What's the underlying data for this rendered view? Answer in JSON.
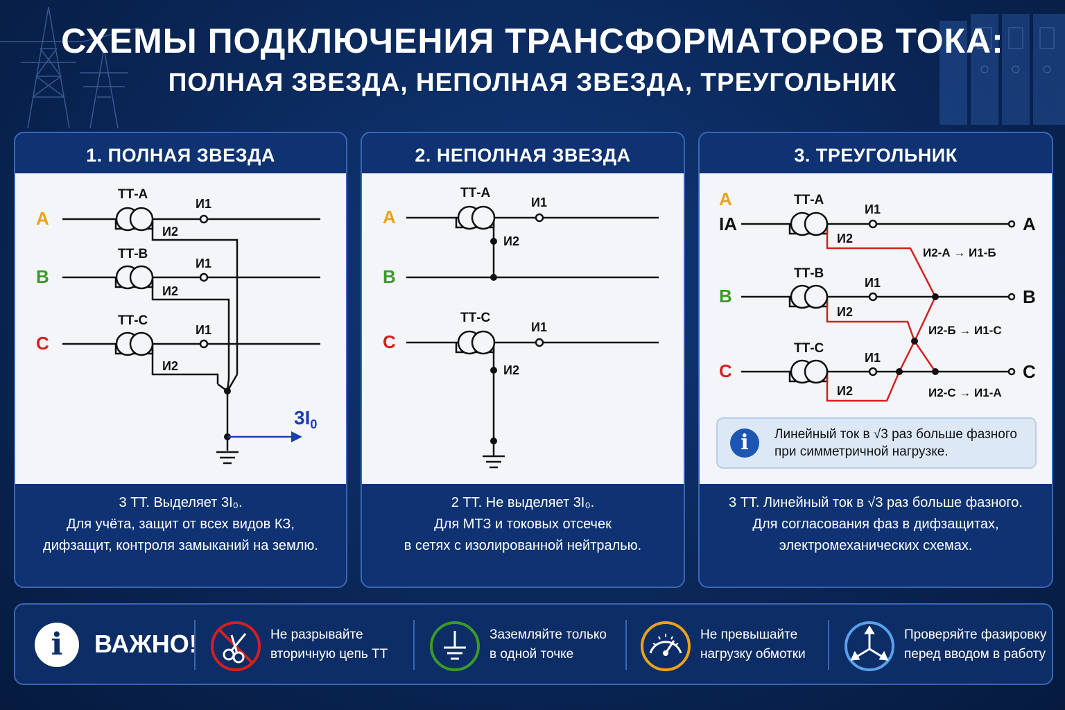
{
  "title": {
    "line1": "СХЕМЫ ПОДКЛЮЧЕНИЯ ТРАНСФОРМАТОРОВ ТОКА:",
    "line2": "ПОЛНАЯ ЗВЕЗДА, НЕПОЛНАЯ ЗВЕЗДА, ТРЕУГОЛЬНИК"
  },
  "colors": {
    "phase_a": "#e8a317",
    "phase_b": "#3a9a2a",
    "phase_c": "#d42020",
    "accent_blue": "#1d3fb0",
    "delta_wire": "#d42020"
  },
  "panels": [
    {
      "heading": "1. ПОЛНАЯ ЗВЕЗДА",
      "phases": [
        "A",
        "B",
        "C"
      ],
      "ct_labels": [
        "ТТ-А",
        "ТТ-В",
        "ТТ-С"
      ],
      "terminal_1": "И1",
      "terminal_2": "И2",
      "output_label": "3I",
      "output_sub": "0",
      "caption": [
        "3 ТТ. Выделяет 3I₀.",
        "Для учёта, защит от всех видов КЗ,",
        "дифзащит, контроля замыканий на землю."
      ]
    },
    {
      "heading": "2. НЕПОЛНАЯ ЗВЕЗДА",
      "phases": [
        "A",
        "B",
        "C"
      ],
      "ct_labels": [
        "ТТ-А",
        "ТТ-С"
      ],
      "terminal_1": "И1",
      "terminal_2": "И2",
      "caption": [
        "2 ТТ. Не выделяет 3I₀.",
        "Для МТЗ и токовых отсечек",
        "в сетях с изолированной нейтралью."
      ]
    },
    {
      "heading": "3. ТРЕУГОЛЬНИК",
      "phases": [
        "A",
        "B",
        "C"
      ],
      "phase_a_current": "IA",
      "ct_labels": [
        "ТТ-А",
        "ТТ-В",
        "ТТ-С"
      ],
      "terminal_1": "И1",
      "terminal_2": "И2",
      "outputs": [
        "A",
        "B",
        "C"
      ],
      "links": [
        "И2-А → И1-Б",
        "И2-Б → И1-С",
        "И2-С → И1-А"
      ],
      "note_icon": "info-icon",
      "note": [
        "Линейный ток в √3 раз больше фазного",
        "при симметричной нагрузке."
      ],
      "caption": [
        "3 ТТ. Линейный ток в √3 раз больше фазного.",
        "Для согласования фаз в дифзащитах,",
        "электромеханических схемах."
      ]
    }
  ],
  "important": {
    "icon": "info-icon",
    "label": "ВАЖНО!",
    "tips": [
      {
        "icon": "no-break-circuit-icon",
        "color": "#d42020",
        "text": [
          "Не разрывайте",
          "вторичную цепь ТТ"
        ]
      },
      {
        "icon": "ground-icon",
        "color": "#3a9a2a",
        "text": [
          "Заземляйте только",
          "в одной точке"
        ]
      },
      {
        "icon": "gauge-icon",
        "color": "#e8a317",
        "text": [
          "Не превышайте",
          "нагрузку обмотки"
        ]
      },
      {
        "icon": "phase-rotation-icon",
        "color": "#5aa0e8",
        "text": [
          "Проверяйте фазировку",
          "перед вводом в работу"
        ]
      }
    ]
  }
}
